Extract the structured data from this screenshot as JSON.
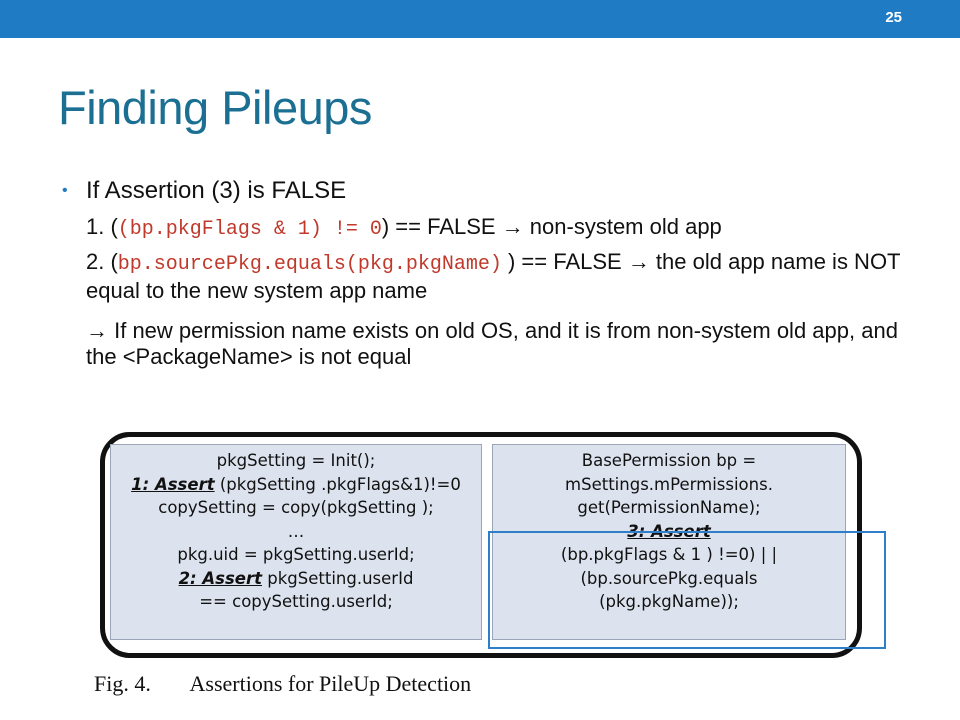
{
  "slide": {
    "number": "25",
    "title": "Finding Pileups"
  },
  "bullet": {
    "text": "If Assertion (3) is FALSE"
  },
  "items": [
    {
      "prefix": "1. (",
      "code": "(bp.pkgFlags & 1) != 0",
      "suffix": ") == FALSE ",
      "arrow": "→",
      "tail": " non-system old app"
    },
    {
      "prefix": "2. (",
      "code": "bp.sourcePkg.equals(pkg.pkgName)",
      "suffix": " ) == FALSE ",
      "arrow": "→",
      "tail": " the old app name is NOT equal to the new system app name"
    },
    {
      "arrow": "→",
      "tail": " If new permission name exists on old OS, and it is from non-system old app, and the <PackageName> is not equal"
    }
  ],
  "figure": {
    "left_panel": [
      {
        "text": "pkgSetting = Init();"
      },
      {
        "label": "1: Assert",
        "text": " (pkgSetting .pkgFlags&1)!=0"
      },
      {
        "text": "copySetting = copy(pkgSetting );"
      },
      {
        "text": "…"
      },
      {
        "text": "pkg.uid = pkgSetting.userId;"
      },
      {
        "label": "2: Assert",
        "text": " pkgSetting.userId"
      },
      {
        "text": "== copySetting.userId;"
      }
    ],
    "right_panel": [
      {
        "text": "BasePermission bp ="
      },
      {
        "text": "mSettings.mPermissions."
      },
      {
        "text": "get(PermissionName);"
      },
      {
        "label": "3: Assert",
        "text": ""
      },
      {
        "text": "(bp.pkgFlags & 1 ) !=0) | |"
      },
      {
        "text": "(bp.sourcePkg.equals"
      },
      {
        "text": "(pkg.pkgName));"
      }
    ],
    "caption_label": "Fig. 4.",
    "caption_text": "Assertions for PileUp Detection"
  },
  "colors": {
    "topbar": "#1f7bc4",
    "title": "#1a6f93",
    "code": "#c0392b",
    "highlight": "#2f7ec9"
  }
}
